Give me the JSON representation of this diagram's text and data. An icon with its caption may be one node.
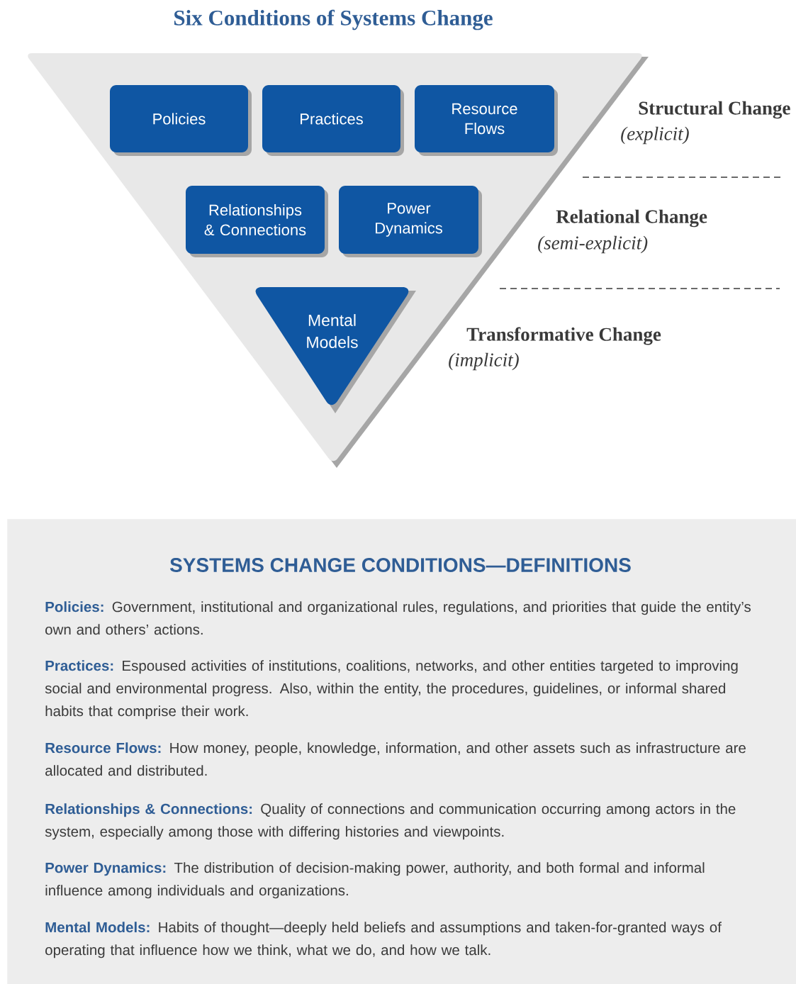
{
  "diagram": {
    "title": "Six Conditions of Systems Change",
    "nodes": [
      {
        "text": [],
        "shape": "triangle"
      },
      {
        "text": [
          "Policies"
        ],
        "in": 0
      },
      {
        "text": [
          "Practices"
        ],
        "in": 0
      },
      {
        "text": [
          "Resource Flows"
        ],
        "in": 0
      },
      {
        "text": [
          "Relationships & Connections"
        ],
        "in": 0
      },
      {
        "text": [
          "Power Dynamics"
        ],
        "in": 0
      },
      {
        "text": [
          "Mental Models"
        ],
        "in": 0
      },
      {
        "text": [
          "SYSTEMS CHANGE CONDITIONS—DEFINITIONS",
          "**Policies:** Government, institutional and organizational rules, regulations, and priorities that guide the entity’s own and others’ actions.",
          "**Practices:** Espoused activities of institutions, coalitions, networks, and other entities targeted to improving social and environmental progress. Also, within the entity, the procedures, guidelines, or informal shared habits that comprise their work.",
          "**Resource Flows:** How money, people, knowledge, information, and other assets such as infrastructure are allocated and distributed.",
          "**Relationships & Connections:** Quality of connections and communication occurring among actors in the system, especially among those with differing histories and viewpoints.",
          "**Power Dynamics:** The distribution of decision-making power, authority, and both formal and informal influence among individuals and organizations.",
          "**Mental Models:** Habits of thought—deeply held beliefs and assumptions and taken-for-granted ways of operating that influence how we think, what we do, and how we talk."
        ]
      }
    ],
    "labels": [
      "Structural Change",
      "(explicit)",
      "Relational Change",
      "(semi-explicit)",
      "Transformative Change",
      "(implicit)"
    ]
  }
}
